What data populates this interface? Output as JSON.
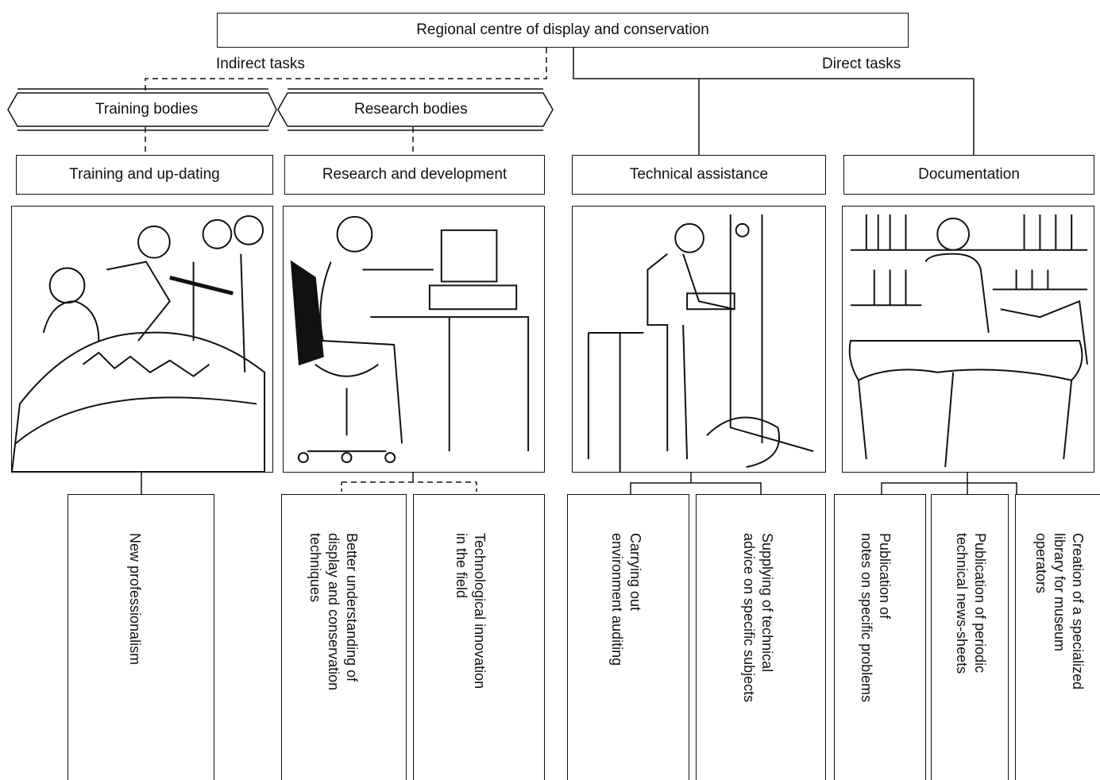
{
  "top": {
    "title": "Regional centre of display and conservation"
  },
  "branches": {
    "indirect": "Indirect tasks",
    "direct": "Direct tasks"
  },
  "bodies": {
    "training": "Training bodies",
    "research": "Research bodies"
  },
  "functions": {
    "training": "Training and up-dating",
    "research": "Research and development",
    "technical": "Technical assistance",
    "documentation": "Documentation"
  },
  "illustrations": {
    "training": "illustration-training-workshop",
    "research": "illustration-computer-workstation",
    "technical": "illustration-technician-with-clipboard",
    "documentation": "illustration-reader-at-library-desk"
  },
  "outcomes": {
    "new_professionalism": "New professionalism",
    "better_understanding": "Better understanding of\ndisplay and conservation\ntechniques",
    "tech_innovation": "Technological innovation\nin the field",
    "env_auditing": "Carrying out\nenvironment auditing",
    "tech_advice": "Supplying of technical\nadvice on specific subjects",
    "notes_publication": "Publication of\nnotes on specific problems",
    "news_sheets": "Publication of periodic\ntechnical news-sheets",
    "library": "Creation of a specialized\nlibrary for museum\noperators"
  }
}
